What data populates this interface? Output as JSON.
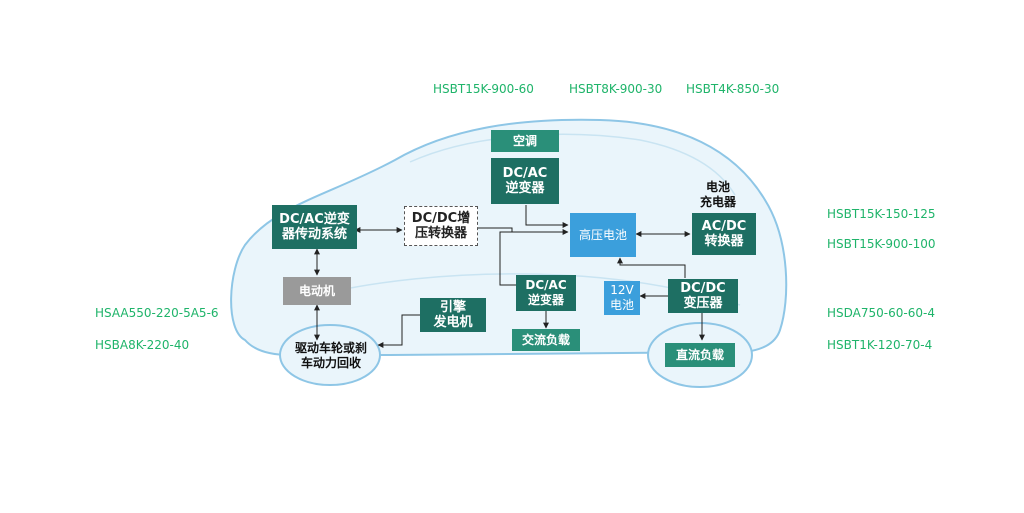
{
  "boxes": {
    "aircon": "空调",
    "dcac_top": "DC/AC\n逆变器",
    "charger_title": "电池\n充电器",
    "dcac_drive": "DC/AC逆变\n器传动系统",
    "dcdc_boost": "DC/DC增\n压转换器",
    "hv_battery": "高压电池",
    "acdc": "AC/DC\n转换器",
    "motor": "电动机",
    "dcac_mid": "DC/AC\n逆变器",
    "engine_gen": "引擎\n发电机",
    "battery12v": "12V\n电池",
    "dcdc_conv": "DC/DC\n变压器",
    "ac_load": "交流负载",
    "wheel": "驱动车轮或刹\n车动力回收",
    "dc_load": "直流负载"
  },
  "labels": {
    "l1": "HSBT15K-900-60",
    "l2": "HSBT8K-900-30",
    "l3": "HSBT4K-850-30",
    "r1": "HSBT15K-150-125",
    "r2": "HSBT15K-900-100",
    "r3": "HSDA750-60-60-4",
    "r4": "HSBT1K-120-70-4",
    "left1": "HSAA550-220-5A5-6",
    "left2": "HSBA8K-220-40"
  },
  "colors": {
    "label_green": "#1fb46a",
    "dark_box": "#1e6f63",
    "battery_blue": "#3b9fdc",
    "car_body": "#eaf5fb",
    "car_outline": "#8ec6e6"
  }
}
